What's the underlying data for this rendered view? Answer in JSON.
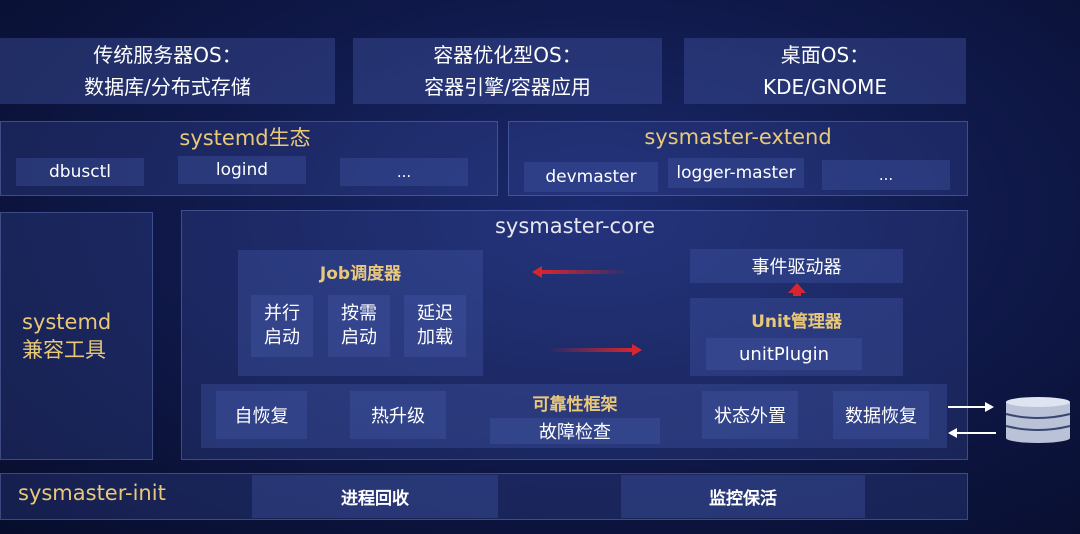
{
  "top": {
    "server_os": {
      "title": "传统服务器OS：",
      "subtitle": "数据库/分布式存储"
    },
    "container_os": {
      "title": "容器优化型OS：",
      "subtitle": "容器引擎/容器应用"
    },
    "desktop_os": {
      "title": "桌面OS：",
      "subtitle": "KDE/GNOME"
    }
  },
  "systemd_eco": {
    "title": "systemd生态",
    "items": [
      "dbusctl",
      "logind",
      "..."
    ]
  },
  "sysmaster_extend": {
    "title": "sysmaster-extend",
    "items": [
      "devmaster",
      "logger-master",
      "..."
    ]
  },
  "compat": {
    "line1": "systemd",
    "line2": "兼容工具"
  },
  "core": {
    "title": "sysmaster-core",
    "job": {
      "title": "Job调度器",
      "items": [
        {
          "line1": "并行",
          "line2": "启动"
        },
        {
          "line1": "按需",
          "line2": "启动"
        },
        {
          "line1": "延迟",
          "line2": "加载"
        }
      ]
    },
    "event_driver": "事件驱动器",
    "unit_manager": {
      "title": "Unit管理器",
      "plugin": "unitPlugin"
    },
    "reliability": {
      "title": "可靠性框架",
      "items": [
        "自恢复",
        "热升级",
        "故障检查",
        "状态外置",
        "数据恢复"
      ]
    }
  },
  "init": {
    "title": "sysmaster-init",
    "items": [
      "进程回收",
      "监控保活"
    ]
  },
  "colors": {
    "accent_gold": "#e9c87a",
    "arrow_red": "#d8262e"
  }
}
